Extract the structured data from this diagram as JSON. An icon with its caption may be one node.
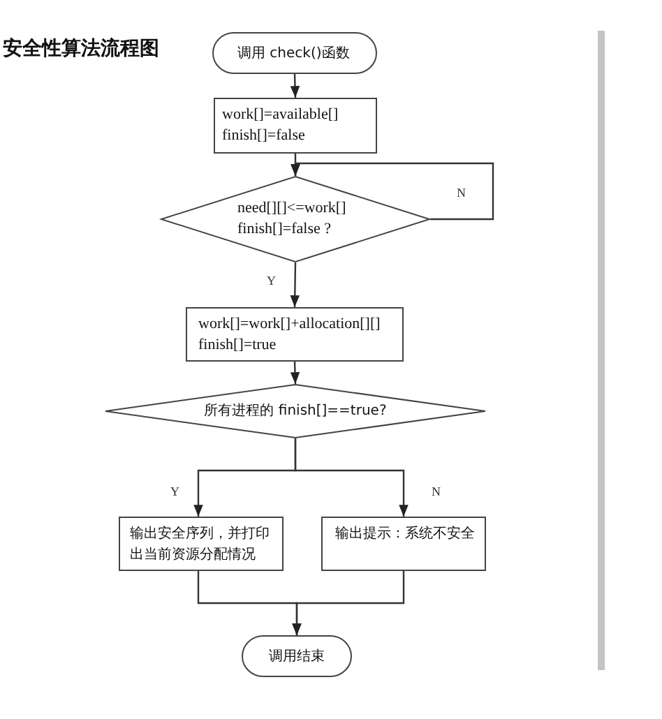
{
  "diagram": {
    "title": "安全性算法流程图",
    "nodes": [
      {
        "text": [
          "调用 check()函数"
        ]
      },
      {
        "text": [
          "work[]=available[] finish[]=false"
        ]
      },
      {
        "text": [
          "need[][]<=work[] finish[]=false ?"
        ]
      },
      {
        "text": [
          "work[]=work[]+allocation[][] finish[]=true"
        ]
      },
      {
        "text": [
          "所有进程的 finish[]==true?"
        ]
      },
      {
        "text": [
          "输出安全序列，并打印出当前资源分配情况"
        ]
      },
      {
        "text": [
          "输出提示：系统不安全"
        ]
      },
      {
        "text": [
          "调用结束"
        ]
      }
    ],
    "edges": [
      {
        "from": 0,
        "to": 1,
        "arrow": "to"
      },
      {
        "from": 1,
        "to": 2,
        "arrow": "to"
      },
      {
        "from": 2,
        "to": 2,
        "arrow": "to",
        "label": "N"
      },
      {
        "from": 2,
        "to": 3,
        "arrow": "to",
        "label": "Y"
      },
      {
        "from": 3,
        "to": 4,
        "arrow": "to"
      },
      {
        "from": 4,
        "to": 5,
        "arrow": "to",
        "label": "Y"
      },
      {
        "from": 4,
        "to": 6,
        "arrow": "to",
        "label": "N"
      },
      {
        "from": 5,
        "to": 7,
        "arrow": "to"
      },
      {
        "from": 6,
        "to": 7,
        "arrow": "to"
      }
    ]
  }
}
